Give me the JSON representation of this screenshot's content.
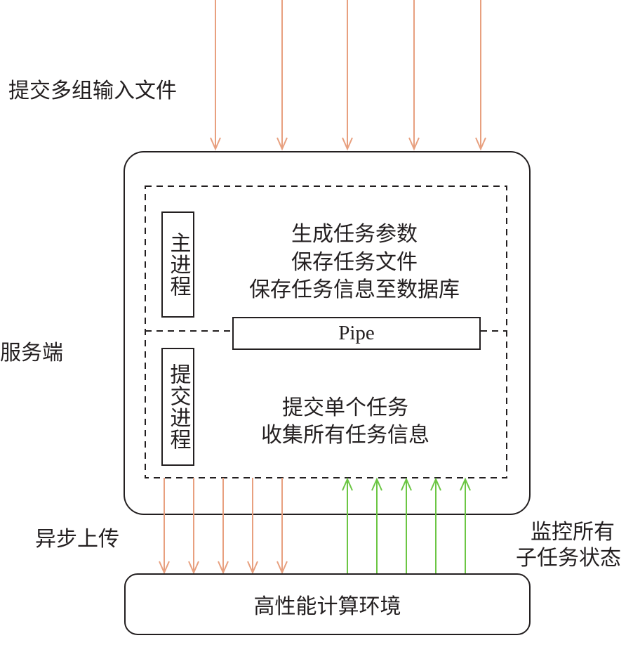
{
  "labels": {
    "submit_files": "提交多组输入文件",
    "server": "服务端",
    "async_upload": "异步上传",
    "monitor_line1": "监控所有",
    "monitor_line2": "子任务状态"
  },
  "main_process": {
    "title": "主进程",
    "lines": [
      "生成任务参数",
      "保存任务文件",
      "保存任务信息至数据库"
    ]
  },
  "pipe": {
    "label": "Pipe"
  },
  "submit_process": {
    "title": "提交进程",
    "lines": [
      "提交单个任务",
      "收集所有任务信息"
    ]
  },
  "hpc": {
    "label": "高性能计算环境"
  },
  "colors": {
    "input_arrow": "#e8a07f",
    "upload_arrow": "#e8a07f",
    "monitor_arrow": "#6cc644",
    "stroke": "#231f20"
  }
}
